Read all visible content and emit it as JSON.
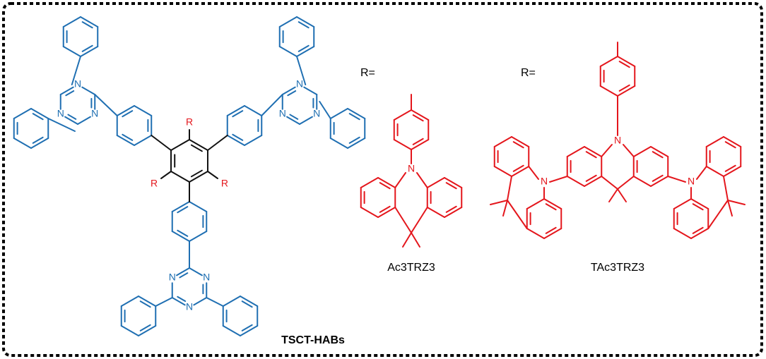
{
  "core_molecule": {
    "label": "TSCT-HABs",
    "substituent_symbol": "R",
    "triazine_atom": "N",
    "core_color": "#000000",
    "triazine_arm_color": "#1f6fb2"
  },
  "substituents": [
    {
      "prefix": "R=",
      "name": "Ac3TRZ3",
      "donor": "acridine",
      "color": "#e4161c",
      "atoms": [
        "N"
      ]
    },
    {
      "prefix": "R=",
      "name": "TAc3TRZ3",
      "donor": "tri-acridine",
      "color": "#e4161c",
      "atoms": [
        "N",
        "N",
        "N"
      ]
    }
  ],
  "frame": {
    "style": "dotted",
    "color": "#000000"
  }
}
